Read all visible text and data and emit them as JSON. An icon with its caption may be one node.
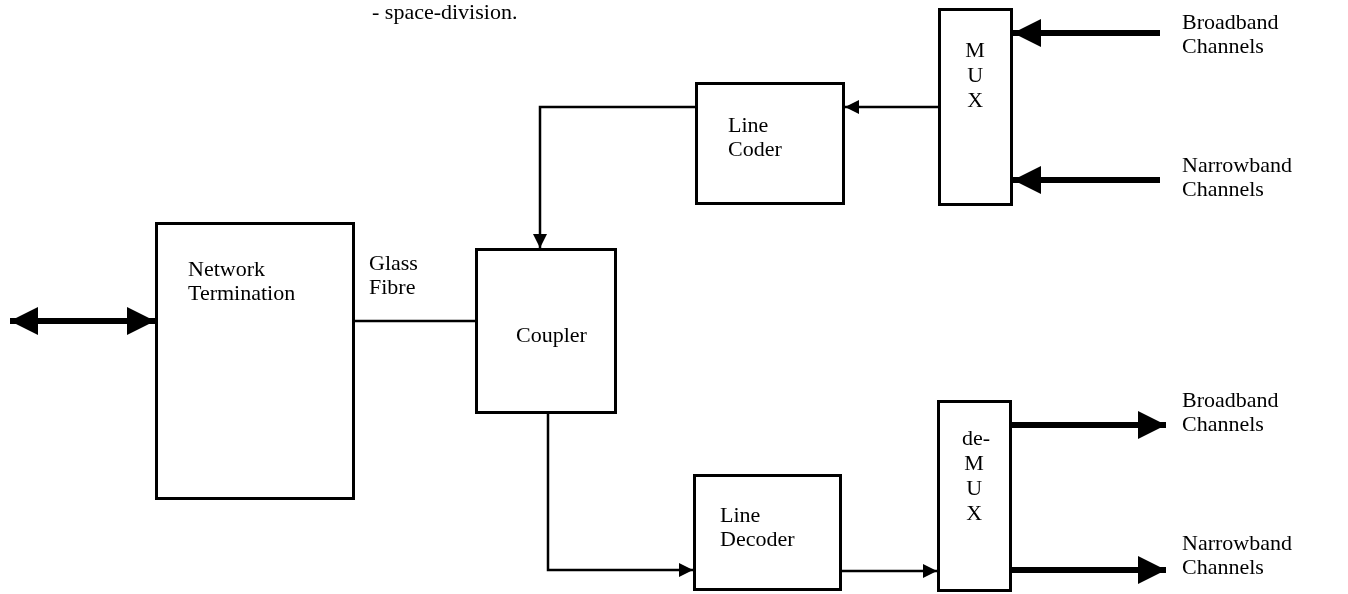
{
  "diagram": {
    "nodes": [
      {
        "text": [
          "Network Termination"
        ]
      },
      {
        "text": [
          "Coupler"
        ]
      },
      {
        "text": [
          "Line Coder"
        ]
      },
      {
        "text": [
          "M U X"
        ]
      },
      {
        "text": [
          "Line Decoder"
        ]
      },
      {
        "text": [
          "de- M U X"
        ]
      },
      {
        "text": [
          "Broadband Channels"
        ]
      },
      {
        "text": [
          "Narrowband Channels"
        ]
      },
      {
        "text": [
          "Broadband Channels"
        ]
      },
      {
        "text": [
          "Narrowband Channels"
        ]
      }
    ],
    "edges": [
      {
        "from": null,
        "to": 0,
        "arrow": "both",
        "style": "thick"
      },
      {
        "from": 0,
        "to": 1,
        "arrow": "none",
        "label": "Glass Fibre"
      },
      {
        "from": 3,
        "to": 2,
        "arrow": "to"
      },
      {
        "from": 2,
        "to": 1,
        "arrow": "to"
      },
      {
        "from": 1,
        "to": 4,
        "arrow": "to"
      },
      {
        "from": 4,
        "to": 5,
        "arrow": "to"
      },
      {
        "from": 6,
        "to": 3,
        "arrow": "to",
        "style": "thick"
      },
      {
        "from": 7,
        "to": 3,
        "arrow": "to",
        "style": "thick"
      },
      {
        "from": 5,
        "to": 8,
        "arrow": "to",
        "style": "thick"
      },
      {
        "from": 5,
        "to": 9,
        "arrow": "to",
        "style": "thick"
      }
    ],
    "labels": [
      "- space-division."
    ]
  }
}
